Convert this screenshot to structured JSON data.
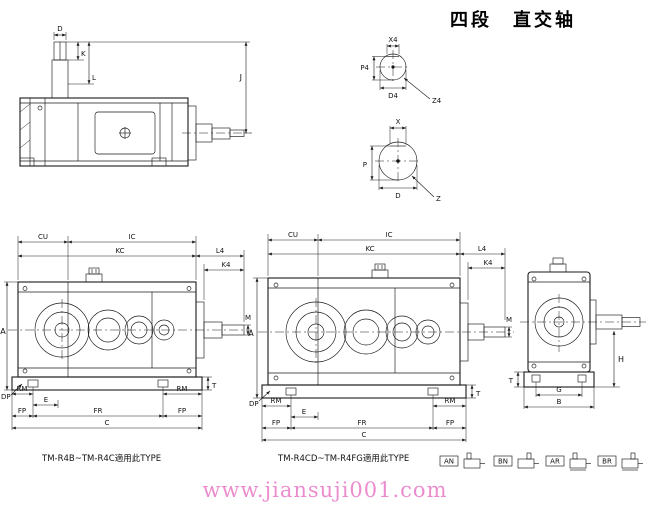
{
  "page": {
    "title": "四段　直交轴",
    "watermark": "www.jiansuji001.com"
  },
  "side_view": {
    "d": "D",
    "k": "K",
    "l": "L",
    "j": "J"
  },
  "shaft_end_4": {
    "x4": "X4",
    "p4": "P4",
    "d4": "D4",
    "z4": "Z4"
  },
  "shaft_end": {
    "x": "X",
    "p": "P",
    "d": "D",
    "z": "Z"
  },
  "front_view_1": {
    "cu": "CU",
    "ic": "IC",
    "kc": "KC",
    "l4": "L4",
    "k4": "K4",
    "a": "A",
    "m": "M",
    "dp": "DP",
    "rm_left": "RM",
    "rm_right": "RM",
    "e": "E",
    "fp_left": "FP",
    "fr": "FR",
    "fp_right": "FP",
    "c": "C",
    "t": "T",
    "note": "TM-R4B~TM-R4C適用此TYPE"
  },
  "front_view_2": {
    "cu": "CU",
    "ic": "IC",
    "kc": "KC",
    "l4": "L4",
    "k4": "K4",
    "a": "A",
    "m": "M",
    "dp": "DP",
    "rm_left": "RM",
    "rm_right": "RM",
    "e": "E",
    "fp_left": "FP",
    "fr": "FR",
    "fp_right": "FP",
    "c": "C",
    "t": "T",
    "note": "TM-R4CD~TM-R4FG適用此TYPE"
  },
  "end_view": {
    "h": "H",
    "t": "T",
    "g": "G",
    "b": "B"
  },
  "mount_types": [
    {
      "label": "AN"
    },
    {
      "label": "BN"
    },
    {
      "label": "AR"
    },
    {
      "label": "BR"
    }
  ]
}
